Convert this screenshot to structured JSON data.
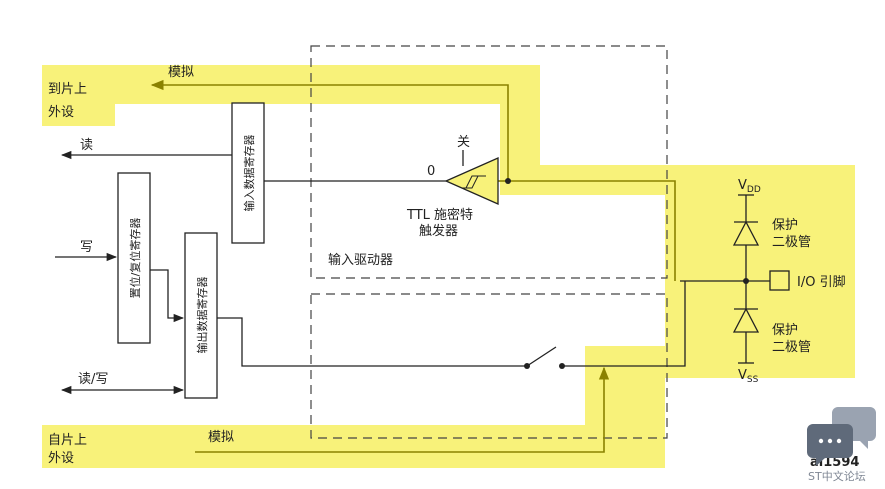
{
  "colors": {
    "highlight": "#f8f27a",
    "line": "#222222",
    "analog_line": "#8a8200",
    "background": "#ffffff"
  },
  "labels": {
    "to_onchip_l1": "到片上",
    "to_onchip_l2": "外设",
    "analog_top": "模拟",
    "read": "读",
    "write": "写",
    "read_write": "读/写",
    "from_onchip_l1": "自片上",
    "from_onchip_l2": "外设",
    "analog_bottom": "模拟",
    "input_data_reg": "输入数据寄存器",
    "setreset_reg": "置位/复位寄存器",
    "output_data_reg": "输出数据寄存器",
    "off": "关",
    "zero": "0",
    "schmitt_l1": "TTL 施密特",
    "schmitt_l2": "触发器",
    "input_driver": "输入驱动器",
    "vdd_main": "V",
    "vdd_sub": "DD",
    "vss_main": "V",
    "vss_sub": "SS",
    "protect_top_l1": "保护",
    "protect_top_l2": "二极管",
    "protect_bot_l1": "保护",
    "protect_bot_l2": "二极管",
    "io_pin": "I/O 引脚",
    "fig_id": "ai1594",
    "watermark": "ST中文论坛"
  },
  "icons": {
    "schmitt": "schmitt-trigger-buffer-icon",
    "diode": "diode-icon",
    "switch": "switch-icon",
    "pin": "io-pin-square-icon",
    "logo": "chat-bubble-logo-icon"
  }
}
